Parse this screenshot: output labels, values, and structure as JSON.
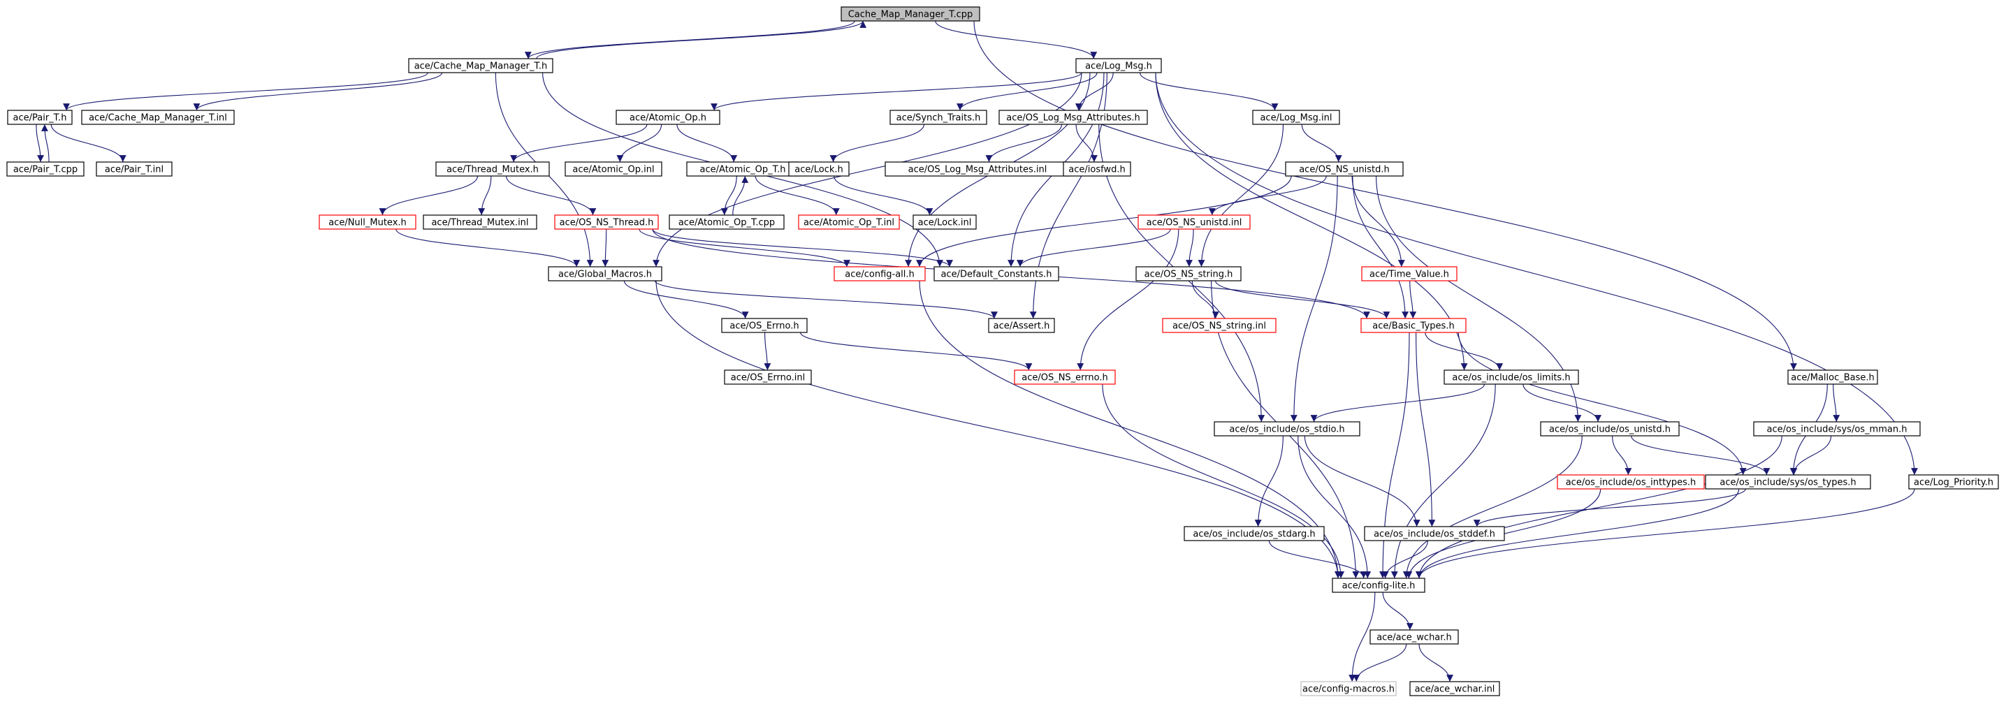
{
  "colors": {
    "edge": "#191970",
    "node_border": "#000000",
    "truncated_border": "#ff0000",
    "external_border": "#bfbfbf",
    "root_fill": "#bfbfbf"
  },
  "nodes": {
    "root": {
      "label": "Cache_Map_Manager_T.cpp",
      "style": "root"
    },
    "cmm_h": {
      "label": "ace/Cache_Map_Manager_T.h",
      "style": "normal"
    },
    "log_msg_h": {
      "label": "ace/Log_Msg.h",
      "style": "normal"
    },
    "pair_h": {
      "label": "ace/Pair_T.h",
      "style": "normal"
    },
    "cmm_inl": {
      "label": "ace/Cache_Map_Manager_T.inl",
      "style": "normal"
    },
    "atomic_op_h": {
      "label": "ace/Atomic_Op.h",
      "style": "normal"
    },
    "synch_traits_h": {
      "label": "ace/Synch_Traits.h",
      "style": "normal"
    },
    "os_log_attr_h": {
      "label": "ace/OS_Log_Msg_Attributes.h",
      "style": "normal"
    },
    "log_msg_inl": {
      "label": "ace/Log_Msg.inl",
      "style": "normal"
    },
    "pair_cpp": {
      "label": "ace/Pair_T.cpp",
      "style": "normal"
    },
    "pair_inl": {
      "label": "ace/Pair_T.inl",
      "style": "normal"
    },
    "thread_mutex_h": {
      "label": "ace/Thread_Mutex.h",
      "style": "normal"
    },
    "atomic_op_inl": {
      "label": "ace/Atomic_Op.inl",
      "style": "normal"
    },
    "atomic_op_t_h": {
      "label": "ace/Atomic_Op_T.h",
      "style": "normal"
    },
    "lock_h": {
      "label": "ace/Lock.h",
      "style": "normal"
    },
    "os_log_attr_inl": {
      "label": "ace/OS_Log_Msg_Attributes.inl",
      "style": "normal"
    },
    "iosfwd_h": {
      "label": "ace/iosfwd.h",
      "style": "normal"
    },
    "os_ns_unistd_h": {
      "label": "ace/OS_NS_unistd.h",
      "style": "normal"
    },
    "null_mutex_h": {
      "label": "ace/Null_Mutex.h",
      "style": "red"
    },
    "thread_mutex_inl": {
      "label": "ace/Thread_Mutex.inl",
      "style": "normal"
    },
    "os_ns_thread_h": {
      "label": "ace/OS_NS_Thread.h",
      "style": "red"
    },
    "atomic_op_t_cpp": {
      "label": "ace/Atomic_Op_T.cpp",
      "style": "normal"
    },
    "atomic_op_t_inl": {
      "label": "ace/Atomic_Op_T.inl",
      "style": "red"
    },
    "lock_inl": {
      "label": "ace/Lock.inl",
      "style": "normal"
    },
    "os_ns_unistd_inl": {
      "label": "ace/OS_NS_unistd.inl",
      "style": "red"
    },
    "global_macros_h": {
      "label": "ace/Global_Macros.h",
      "style": "normal"
    },
    "config_all_h": {
      "label": "ace/config-all.h",
      "style": "red"
    },
    "default_constants_h": {
      "label": "ace/Default_Constants.h",
      "style": "normal"
    },
    "os_ns_string_h": {
      "label": "ace/OS_NS_string.h",
      "style": "normal"
    },
    "time_value_h": {
      "label": "ace/Time_Value.h",
      "style": "red"
    },
    "os_errno_h": {
      "label": "ace/OS_Errno.h",
      "style": "normal"
    },
    "assert_h": {
      "label": "ace/Assert.h",
      "style": "normal"
    },
    "os_ns_string_inl": {
      "label": "ace/OS_NS_string.inl",
      "style": "red"
    },
    "basic_types_h": {
      "label": "ace/Basic_Types.h",
      "style": "red"
    },
    "os_errno_inl": {
      "label": "ace/OS_Errno.inl",
      "style": "normal"
    },
    "os_ns_errno_h": {
      "label": "ace/OS_NS_errno.h",
      "style": "red"
    },
    "os_limits_h": {
      "label": "ace/os_include/os_limits.h",
      "style": "normal"
    },
    "malloc_base_h": {
      "label": "ace/Malloc_Base.h",
      "style": "normal"
    },
    "os_stdio_h": {
      "label": "ace/os_include/os_stdio.h",
      "style": "normal"
    },
    "os_unistd_h": {
      "label": "ace/os_include/os_unistd.h",
      "style": "normal"
    },
    "sys_os_mman_h": {
      "label": "ace/os_include/sys/os_mman.h",
      "style": "normal"
    },
    "os_inttypes_h": {
      "label": "ace/os_include/os_inttypes.h",
      "style": "red"
    },
    "sys_os_types_h": {
      "label": "ace/os_include/sys/os_types.h",
      "style": "normal"
    },
    "log_priority_h": {
      "label": "ace/Log_Priority.h",
      "style": "normal"
    },
    "os_stdarg_h": {
      "label": "ace/os_include/os_stdarg.h",
      "style": "normal"
    },
    "os_stddef_h": {
      "label": "ace/os_include/os_stddef.h",
      "style": "normal"
    },
    "config_lite_h": {
      "label": "ace/config-lite.h",
      "style": "normal"
    },
    "ace_wchar_h": {
      "label": "ace/ace_wchar.h",
      "style": "normal"
    },
    "config_macros_h": {
      "label": "ace/config-macros.h",
      "style": "grey"
    },
    "ace_wchar_inl": {
      "label": "ace/ace_wchar.inl",
      "style": "normal"
    }
  },
  "edges": [
    [
      "root",
      "cmm_h"
    ],
    [
      "root",
      "log_msg_h"
    ],
    [
      "root",
      "malloc_base_h"
    ],
    [
      "cmm_h",
      "root"
    ],
    [
      "cmm_h",
      "pair_h"
    ],
    [
      "cmm_h",
      "cmm_inl"
    ],
    [
      "cmm_h",
      "global_macros_h"
    ],
    [
      "cmm_h",
      "default_constants_h"
    ],
    [
      "pair_h",
      "pair_cpp"
    ],
    [
      "pair_h",
      "pair_inl"
    ],
    [
      "pair_cpp",
      "pair_h"
    ],
    [
      "log_msg_h",
      "atomic_op_h"
    ],
    [
      "log_msg_h",
      "synch_traits_h"
    ],
    [
      "log_msg_h",
      "os_log_attr_h"
    ],
    [
      "log_msg_h",
      "log_msg_inl"
    ],
    [
      "log_msg_h",
      "global_macros_h"
    ],
    [
      "log_msg_h",
      "default_constants_h"
    ],
    [
      "log_msg_h",
      "assert_h"
    ],
    [
      "log_msg_h",
      "config_all_h"
    ],
    [
      "log_msg_h",
      "os_limits_h"
    ],
    [
      "log_msg_h",
      "log_priority_h"
    ],
    [
      "atomic_op_h",
      "thread_mutex_h"
    ],
    [
      "atomic_op_h",
      "atomic_op_inl"
    ],
    [
      "atomic_op_h",
      "atomic_op_t_h"
    ],
    [
      "atomic_op_t_h",
      "atomic_op_t_cpp"
    ],
    [
      "atomic_op_t_cpp",
      "atomic_op_t_h"
    ],
    [
      "atomic_op_t_h",
      "atomic_op_t_inl"
    ],
    [
      "synch_traits_h",
      "lock_h"
    ],
    [
      "lock_h",
      "lock_inl"
    ],
    [
      "os_log_attr_h",
      "os_log_attr_inl"
    ],
    [
      "os_log_attr_h",
      "iosfwd_h"
    ],
    [
      "os_log_attr_h",
      "os_stdio_h"
    ],
    [
      "log_msg_inl",
      "os_ns_unistd_h"
    ],
    [
      "log_msg_inl",
      "os_ns_string_h"
    ],
    [
      "thread_mutex_h",
      "null_mutex_h"
    ],
    [
      "thread_mutex_h",
      "thread_mutex_inl"
    ],
    [
      "thread_mutex_h",
      "os_ns_thread_h"
    ],
    [
      "null_mutex_h",
      "global_macros_h"
    ],
    [
      "os_ns_thread_h",
      "global_macros_h"
    ],
    [
      "os_ns_thread_h",
      "config_all_h"
    ],
    [
      "os_ns_thread_h",
      "default_constants_h"
    ],
    [
      "os_ns_thread_h",
      "basic_types_h"
    ],
    [
      "os_ns_unistd_h",
      "os_ns_unistd_inl"
    ],
    [
      "os_ns_unistd_h",
      "time_value_h"
    ],
    [
      "os_ns_unistd_h",
      "basic_types_h"
    ],
    [
      "os_ns_unistd_h",
      "config_all_h"
    ],
    [
      "os_ns_unistd_h",
      "os_stdio_h"
    ],
    [
      "os_ns_unistd_h",
      "os_unistd_h"
    ],
    [
      "os_ns_unistd_inl",
      "os_ns_string_h"
    ],
    [
      "os_ns_unistd_inl",
      "default_constants_h"
    ],
    [
      "os_ns_unistd_inl",
      "os_ns_errno_h"
    ],
    [
      "time_value_h",
      "basic_types_h"
    ],
    [
      "global_macros_h",
      "os_errno_h"
    ],
    [
      "global_macros_h",
      "assert_h"
    ],
    [
      "global_macros_h",
      "config_lite_h"
    ],
    [
      "config_all_h",
      "config_lite_h"
    ],
    [
      "os_ns_string_h",
      "os_ns_string_inl"
    ],
    [
      "os_ns_string_h",
      "basic_types_h"
    ],
    [
      "os_ns_string_h",
      "config_lite_h"
    ],
    [
      "os_errno_h",
      "os_errno_inl"
    ],
    [
      "os_errno_h",
      "os_ns_errno_h"
    ],
    [
      "os_ns_errno_h",
      "config_lite_h"
    ],
    [
      "basic_types_h",
      "os_limits_h"
    ],
    [
      "basic_types_h",
      "sys_os_types_h"
    ],
    [
      "basic_types_h",
      "os_stddef_h"
    ],
    [
      "basic_types_h",
      "config_lite_h"
    ],
    [
      "os_limits_h",
      "os_stdio_h"
    ],
    [
      "os_limits_h",
      "os_unistd_h"
    ],
    [
      "os_limits_h",
      "config_lite_h"
    ],
    [
      "malloc_base_h",
      "sys_os_mman_h"
    ],
    [
      "malloc_base_h",
      "sys_os_types_h"
    ],
    [
      "os_stdio_h",
      "os_stdarg_h"
    ],
    [
      "os_stdio_h",
      "os_stddef_h"
    ],
    [
      "os_stdio_h",
      "config_lite_h"
    ],
    [
      "os_unistd_h",
      "os_inttypes_h"
    ],
    [
      "os_unistd_h",
      "sys_os_types_h"
    ],
    [
      "os_unistd_h",
      "config_lite_h"
    ],
    [
      "sys_os_mman_h",
      "sys_os_types_h"
    ],
    [
      "sys_os_mman_h",
      "config_lite_h"
    ],
    [
      "os_inttypes_h",
      "config_lite_h"
    ],
    [
      "sys_os_types_h",
      "os_stddef_h"
    ],
    [
      "sys_os_types_h",
      "config_lite_h"
    ],
    [
      "log_priority_h",
      "config_lite_h"
    ],
    [
      "os_stdarg_h",
      "config_lite_h"
    ],
    [
      "os_stddef_h",
      "config_lite_h"
    ],
    [
      "config_lite_h",
      "ace_wchar_h"
    ],
    [
      "config_lite_h",
      "config_macros_h"
    ],
    [
      "ace_wchar_h",
      "config_macros_h"
    ],
    [
      "ace_wchar_h",
      "ace_wchar_inl"
    ]
  ]
}
